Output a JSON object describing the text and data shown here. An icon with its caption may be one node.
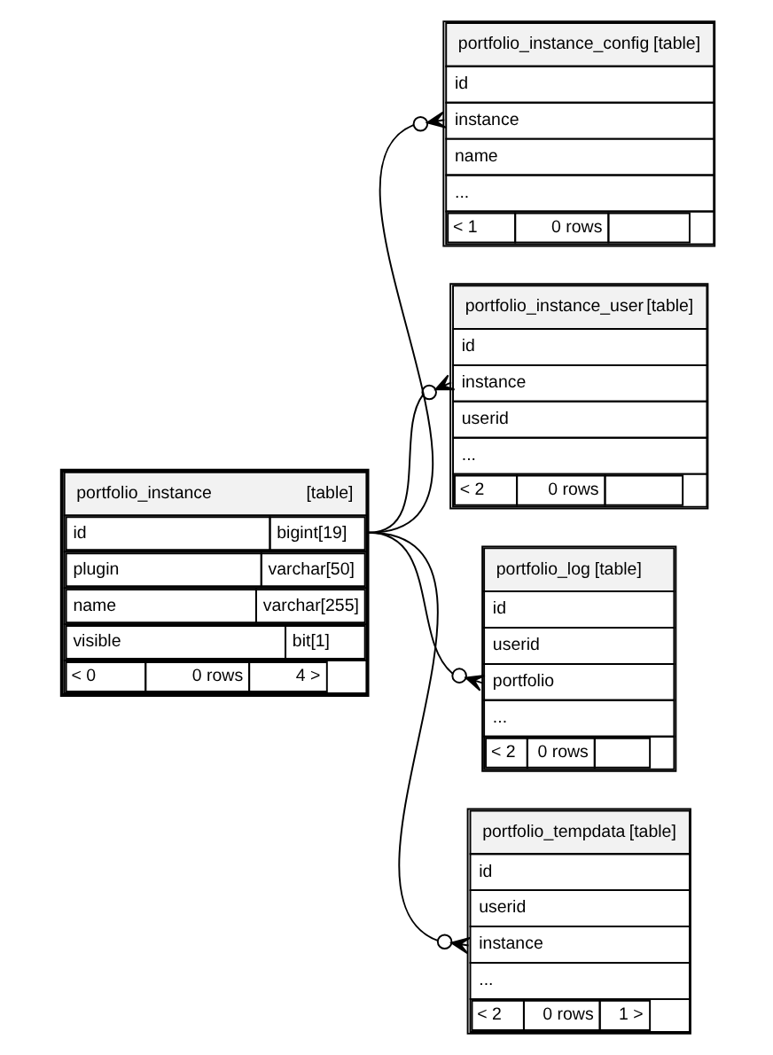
{
  "diagram": {
    "nodes": [
      {
        "text": [
          "portfolio_instance",
          "[table]",
          "id",
          "bigint[19]",
          "plugin",
          "varchar[50]",
          "name",
          "varchar[255]",
          "visible",
          "bit[1]",
          "< 0",
          "0 rows",
          "4 >"
        ]
      },
      {
        "text": [
          "portfolio_instance_config",
          "[table]",
          "id",
          "instance",
          "name",
          "...",
          "< 1",
          "0 rows"
        ]
      },
      {
        "text": [
          "portfolio_instance_user",
          "[table]",
          "id",
          "instance",
          "userid",
          "...",
          "< 2",
          "0 rows"
        ]
      },
      {
        "text": [
          "portfolio_log",
          "[table]",
          "id",
          "userid",
          "portfolio",
          "...",
          "< 2",
          "0 rows"
        ]
      },
      {
        "text": [
          "portfolio_tempdata",
          "[table]",
          "id",
          "userid",
          "instance",
          "...",
          "< 2",
          "0 rows",
          "1 >"
        ]
      }
    ],
    "edges": [
      {
        "from": 0,
        "to": 1,
        "arrow": "other"
      },
      {
        "from": 0,
        "to": 2,
        "arrow": "other"
      },
      {
        "from": 0,
        "to": 3,
        "arrow": "other"
      },
      {
        "from": 0,
        "to": 4,
        "arrow": "other"
      }
    ]
  }
}
